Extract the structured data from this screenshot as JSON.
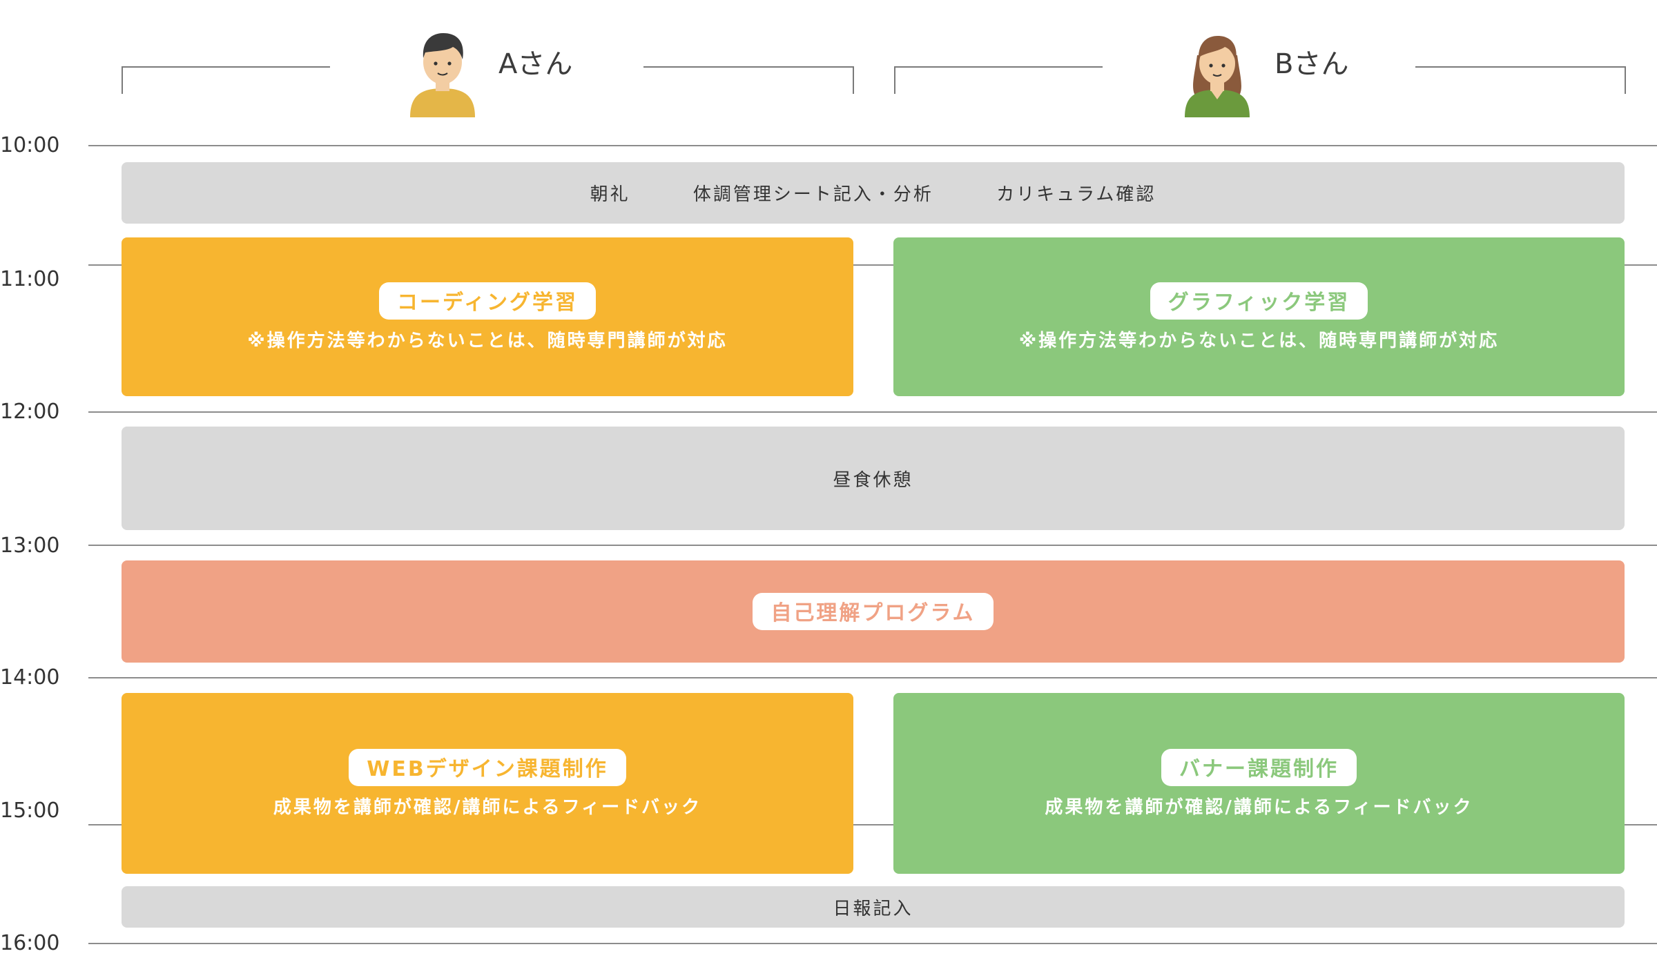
{
  "people": [
    {
      "name": "Aさん",
      "avatar": "man-avatar-icon",
      "shirt_color": "#e4b648"
    },
    {
      "name": "Bさん",
      "avatar": "woman-avatar-icon",
      "shirt_color": "#6b9a3d"
    }
  ],
  "times": [
    "10:00",
    "11:00",
    "12:00",
    "13:00",
    "14:00",
    "15:00",
    "16:00"
  ],
  "colors": {
    "common": "#d9d9d9",
    "person_a": "#f7b530",
    "person_b": "#8bc87c",
    "program": "#f0a285",
    "grid": "#8c8c8c"
  },
  "schedule": {
    "morning": {
      "items": [
        "朝礼",
        "体調管理シート記入・分析",
        "カリキュラム確認"
      ]
    },
    "study_a": {
      "title": "コーディング学習",
      "note": "※操作方法等わからないことは、随時専門講師が対応"
    },
    "study_b": {
      "title": "グラフィック学習",
      "note": "※操作方法等わからないことは、随時専門講師が対応"
    },
    "lunch": {
      "label": "昼食休憩"
    },
    "program": {
      "title": "自己理解プログラム"
    },
    "task_a": {
      "title": "WEBデザイン課題制作",
      "note": "成果物を講師が確認/講師によるフィードバック"
    },
    "task_b": {
      "title": "バナー課題制作",
      "note": "成果物を講師が確認/講師によるフィードバック"
    },
    "report": {
      "label": "日報記入"
    }
  }
}
